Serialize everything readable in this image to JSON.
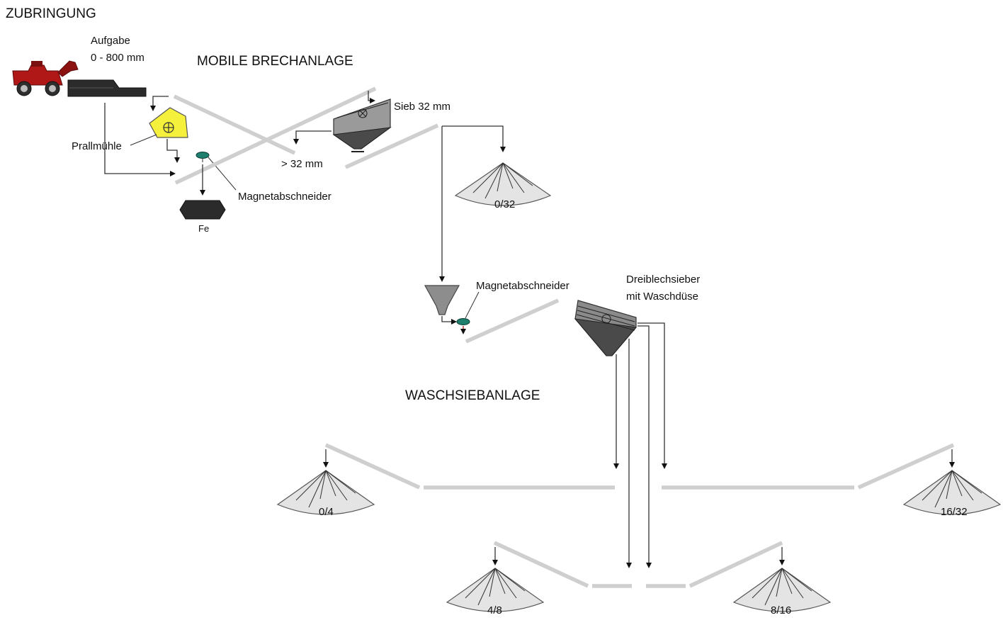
{
  "sections": {
    "zubringung": "ZUBRINGUNG",
    "brechanlage": "MOBILE BRECHANLAGE",
    "waschsiebanlage": "WASCHSIEBANLAGE"
  },
  "labels": {
    "aufgabe_line1": "Aufgabe",
    "aufgabe_line2": "0 - 800 mm",
    "prallmuehle": "Prallmühle",
    "magnet1": "Magnetabschneider",
    "fe": "Fe",
    "sieb": "Sieb 32 mm",
    "over32": "> 32 mm",
    "magnet2": "Magnetabschneider",
    "dreiblech_line1": "Dreiblechsieber",
    "dreiblech_line2": "mit Waschdüse"
  },
  "piles": {
    "p032": "0/32",
    "p04": "0/4",
    "p48": "4/8",
    "p816": "8/16",
    "p1632": "16/32"
  },
  "colors": {
    "loader_body": "#b01818",
    "crusher": "#f4f03c",
    "magnet": "#1e7f6e",
    "machine_dark": "#2b2b2b",
    "hopper": "#8d8d8d",
    "pile_fill": "#e4e4e4"
  }
}
